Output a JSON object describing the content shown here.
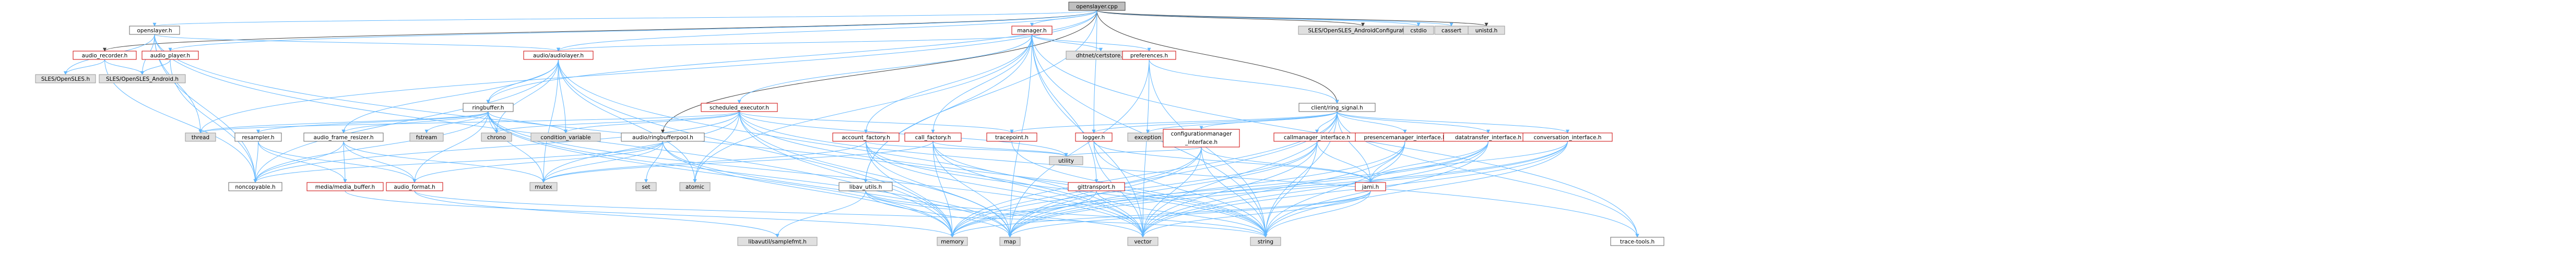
{
  "colors": {
    "root_fill": "#bfbfbf",
    "root_stroke": "#404040",
    "project_fill": "#ffffff",
    "project_stroke": "#cc0000",
    "plain_fill": "#ffffff",
    "plain_stroke": "#666666",
    "external_fill": "#e0e0e0",
    "external_stroke": "#999999",
    "edge_blue": "#63b8ff",
    "edge_dark": "#404040"
  },
  "graph": {
    "nodes": [
      {
        "id": "root",
        "label": "openslayer.cpp",
        "kind": "root"
      },
      {
        "id": "openslayer_h",
        "label": "openslayer.h",
        "kind": "plain"
      },
      {
        "id": "audio_recorder_h",
        "label": "audio_recorder.h",
        "kind": "project"
      },
      {
        "id": "audio_player_h",
        "label": "audio_player.h",
        "kind": "project"
      },
      {
        "id": "opensles_h",
        "label": "SLES/OpenSLES.h",
        "kind": "external"
      },
      {
        "id": "opensles_android_h",
        "label": "SLES/OpenSLES_Android.h",
        "kind": "external"
      },
      {
        "id": "audiolayer_h",
        "label": "audio/audiolayer.h",
        "kind": "project"
      },
      {
        "id": "ringbuffer_h",
        "label": "ringbuffer.h",
        "kind": "plain"
      },
      {
        "id": "thread",
        "label": "thread",
        "kind": "external"
      },
      {
        "id": "resampler_h",
        "label": "resampler.h",
        "kind": "plain"
      },
      {
        "id": "audio_frame_resizer_h",
        "label": "audio_frame_resizer.h",
        "kind": "plain"
      },
      {
        "id": "fstream",
        "label": "fstream",
        "kind": "external"
      },
      {
        "id": "chrono",
        "label": "chrono",
        "kind": "external"
      },
      {
        "id": "condition_variable",
        "label": "condition_variable",
        "kind": "external"
      },
      {
        "id": "noncopyable_h",
        "label": "noncopyable.h",
        "kind": "plain"
      },
      {
        "id": "media_buffer_h",
        "label": "media/media_buffer.h",
        "kind": "project"
      },
      {
        "id": "audio_format_h",
        "label": "audio_format.h",
        "kind": "project"
      },
      {
        "id": "mutex",
        "label": "mutex",
        "kind": "external"
      },
      {
        "id": "memory",
        "label": "memory",
        "kind": "external"
      },
      {
        "id": "audioringbufferpool_h",
        "label": "audio/ringbufferpool.h",
        "kind": "plain"
      },
      {
        "id": "set",
        "label": "set",
        "kind": "external"
      },
      {
        "id": "atomic",
        "label": "atomic",
        "kind": "external"
      },
      {
        "id": "manager_h",
        "label": "manager.h",
        "kind": "project"
      },
      {
        "id": "scheduled_executor_h",
        "label": "scheduled_executor.h",
        "kind": "project"
      },
      {
        "id": "dhtnet_certstore_h",
        "label": "dhtnet/certstore.h",
        "kind": "external"
      },
      {
        "id": "preferences_h",
        "label": "preferences.h",
        "kind": "project"
      },
      {
        "id": "account_factory_h",
        "label": "account_factory.h",
        "kind": "project"
      },
      {
        "id": "call_factory_h",
        "label": "call_factory.h",
        "kind": "project"
      },
      {
        "id": "libav_utils_h",
        "label": "libav_utils.h",
        "kind": "plain"
      },
      {
        "id": "libavutil_samplefmt_h",
        "label": "libavutil/samplefmt.h",
        "kind": "external"
      },
      {
        "id": "gittransport_h",
        "label": "gittransport.h",
        "kind": "project"
      },
      {
        "id": "utility",
        "label": "utility",
        "kind": "external"
      },
      {
        "id": "map",
        "label": "map",
        "kind": "external"
      },
      {
        "id": "vector",
        "label": "vector",
        "kind": "external"
      },
      {
        "id": "string",
        "label": "string",
        "kind": "external"
      },
      {
        "id": "tracepoint_h",
        "label": "tracepoint.h",
        "kind": "project"
      },
      {
        "id": "logger_h",
        "label": "logger.h",
        "kind": "project"
      },
      {
        "id": "client_ring_signal_h",
        "label": "client/ring_signal.h",
        "kind": "plain"
      },
      {
        "id": "exception",
        "label": "exception",
        "kind": "external"
      },
      {
        "id": "configurationmanager_interface_h",
        "label": "configurationmanager_interface.h",
        "kind": "project",
        "lines": [
          "configurationmanager",
          "_interface.h"
        ]
      },
      {
        "id": "callmanager_interface_h",
        "label": "callmanager_interface.h",
        "kind": "project"
      },
      {
        "id": "presencemanager_interface_h",
        "label": "presencemanager_interface.h",
        "kind": "project"
      },
      {
        "id": "datatransfer_interface_h",
        "label": "datatransfer_interface.h",
        "kind": "project"
      },
      {
        "id": "conversation_interface_h",
        "label": "conversation_interface.h",
        "kind": "project"
      },
      {
        "id": "jami_h",
        "label": "jami.h",
        "kind": "project"
      },
      {
        "id": "trace_tools_h",
        "label": "trace-tools.h",
        "kind": "plain"
      },
      {
        "id": "opensles_android_configuration_h",
        "label": "SLES/OpenSLES_AndroidConfiguration.h",
        "kind": "external"
      },
      {
        "id": "cstdio",
        "label": "cstdio",
        "kind": "external"
      },
      {
        "id": "cassert",
        "label": "cassert",
        "kind": "external"
      },
      {
        "id": "unistd_h",
        "label": "unistd.h",
        "kind": "external"
      }
    ],
    "edges": [
      [
        "root",
        "openslayer_h"
      ],
      [
        "root",
        "audio_recorder_h"
      ],
      [
        "root",
        "audio_player_h"
      ],
      [
        "root",
        "manager_h"
      ],
      [
        "root",
        "client_ring_signal_h"
      ],
      [
        "root",
        "audiolayer_h"
      ],
      [
        "root",
        "ringbuffer_h"
      ],
      [
        "root",
        "audioringbufferpool_h"
      ],
      [
        "root",
        "libav_utils_h"
      ],
      [
        "root",
        "logger_h"
      ],
      [
        "root",
        "opensles_android_configuration_h"
      ],
      [
        "root",
        "cstdio"
      ],
      [
        "root",
        "cassert"
      ],
      [
        "root",
        "unistd_h"
      ],
      [
        "root",
        "thread"
      ],
      [
        "openslayer_h",
        "opensles_h"
      ],
      [
        "openslayer_h",
        "opensles_android_h"
      ],
      [
        "openslayer_h",
        "audiolayer_h"
      ],
      [
        "openslayer_h",
        "noncopyable_h"
      ],
      [
        "openslayer_h",
        "thread"
      ],
      [
        "openslayer_h",
        "memory"
      ],
      [
        "openslayer_h",
        "vector"
      ],
      [
        "audio_recorder_h",
        "opensles_h"
      ],
      [
        "audio_recorder_h",
        "opensles_android_h"
      ],
      [
        "audio_recorder_h",
        "noncopyable_h"
      ],
      [
        "audio_player_h",
        "opensles_android_h"
      ],
      [
        "audio_player_h",
        "noncopyable_h"
      ],
      [
        "audiolayer_h",
        "ringbuffer_h"
      ],
      [
        "audiolayer_h",
        "noncopyable_h"
      ],
      [
        "audiolayer_h",
        "audio_frame_resizer_h"
      ],
      [
        "audiolayer_h",
        "chrono"
      ],
      [
        "audiolayer_h",
        "mutex"
      ],
      [
        "audiolayer_h",
        "condition_variable"
      ],
      [
        "audiolayer_h",
        "atomic"
      ],
      [
        "audiolayer_h",
        "vector"
      ],
      [
        "audiolayer_h",
        "memory"
      ],
      [
        "ringbuffer_h",
        "audio_format_h"
      ],
      [
        "ringbuffer_h",
        "noncopyable_h"
      ],
      [
        "ringbuffer_h",
        "chrono"
      ],
      [
        "ringbuffer_h",
        "mutex"
      ],
      [
        "ringbuffer_h",
        "condition_variable"
      ],
      [
        "ringbuffer_h",
        "map"
      ],
      [
        "ringbuffer_h",
        "vector"
      ],
      [
        "ringbuffer_h",
        "fstream"
      ],
      [
        "ringbuffer_h",
        "resampler_h"
      ],
      [
        "ringbuffer_h",
        "audio_frame_resizer_h"
      ],
      [
        "ringbuffer_h",
        "thread"
      ],
      [
        "ringbuffer_h",
        "memory"
      ],
      [
        "resampler_h",
        "audio_format_h"
      ],
      [
        "resampler_h",
        "media_buffer_h"
      ],
      [
        "resampler_h",
        "noncopyable_h"
      ],
      [
        "audio_frame_resizer_h",
        "audio_format_h"
      ],
      [
        "audio_frame_resizer_h",
        "media_buffer_h"
      ],
      [
        "audio_frame_resizer_h",
        "noncopyable_h"
      ],
      [
        "audio_frame_resizer_h",
        "mutex"
      ],
      [
        "audio_format_h",
        "string"
      ],
      [
        "audio_format_h",
        "libavutil_samplefmt_h"
      ],
      [
        "media_buffer_h",
        "memory"
      ],
      [
        "audioringbufferpool_h",
        "set"
      ],
      [
        "audioringbufferpool_h",
        "map"
      ],
      [
        "audioringbufferpool_h",
        "mutex"
      ],
      [
        "audioringbufferpool_h",
        "memory"
      ],
      [
        "audioringbufferpool_h",
        "audio_format_h"
      ],
      [
        "audioringbufferpool_h",
        "noncopyable_h"
      ],
      [
        "manager_h",
        "audiolayer_h"
      ],
      [
        "manager_h",
        "scheduled_executor_h"
      ],
      [
        "manager_h",
        "dhtnet_certstore_h"
      ],
      [
        "manager_h",
        "preferences_h"
      ],
      [
        "manager_h",
        "account_factory_h"
      ],
      [
        "manager_h",
        "call_factory_h"
      ],
      [
        "manager_h",
        "libav_utils_h"
      ],
      [
        "manager_h",
        "gittransport_h"
      ],
      [
        "manager_h",
        "atomic"
      ],
      [
        "manager_h",
        "map"
      ],
      [
        "manager_h",
        "vector"
      ],
      [
        "manager_h",
        "string"
      ],
      [
        "manager_h",
        "trace_tools_h"
      ],
      [
        "scheduled_executor_h",
        "thread"
      ],
      [
        "scheduled_executor_h",
        "chrono"
      ],
      [
        "scheduled_executor_h",
        "condition_variable"
      ],
      [
        "scheduled_executor_h",
        "mutex"
      ],
      [
        "scheduled_executor_h",
        "atomic"
      ],
      [
        "scheduled_executor_h",
        "memory"
      ],
      [
        "scheduled_executor_h",
        "map"
      ],
      [
        "scheduled_executor_h",
        "utility"
      ],
      [
        "scheduled_executor_h",
        "noncopyable_h"
      ],
      [
        "scheduled_executor_h",
        "tracepoint_h"
      ],
      [
        "scheduled_executor_h",
        "trace_tools_h"
      ],
      [
        "scheduled_executor_h",
        "string"
      ],
      [
        "preferences_h",
        "client_ring_signal_h"
      ],
      [
        "preferences_h",
        "map"
      ],
      [
        "preferences_h",
        "string"
      ],
      [
        "preferences_h",
        "vector"
      ],
      [
        "account_factory_h",
        "string"
      ],
      [
        "account_factory_h",
        "map"
      ],
      [
        "account_factory_h",
        "vector"
      ],
      [
        "account_factory_h",
        "memory"
      ],
      [
        "account_factory_h",
        "mutex"
      ],
      [
        "account_factory_h",
        "utility"
      ],
      [
        "call_factory_h",
        "map"
      ],
      [
        "call_factory_h",
        "memory"
      ],
      [
        "call_factory_h",
        "mutex"
      ],
      [
        "call_factory_h",
        "vector"
      ],
      [
        "call_factory_h",
        "string"
      ],
      [
        "call_factory_h",
        "utility"
      ],
      [
        "libav_utils_h",
        "libavutil_samplefmt_h"
      ],
      [
        "libav_utils_h",
        "map"
      ],
      [
        "libav_utils_h",
        "string"
      ],
      [
        "libav_utils_h",
        "vector"
      ],
      [
        "gittransport_h",
        "memory"
      ],
      [
        "gittransport_h",
        "string"
      ],
      [
        "client_ring_signal_h",
        "tracepoint_h"
      ],
      [
        "client_ring_signal_h",
        "logger_h"
      ],
      [
        "client_ring_signal_h",
        "exception"
      ],
      [
        "client_ring_signal_h",
        "configurationmanager_interface_h"
      ],
      [
        "client_ring_signal_h",
        "callmanager_interface_h"
      ],
      [
        "client_ring_signal_h",
        "presencemanager_interface_h"
      ],
      [
        "client_ring_signal_h",
        "datatransfer_interface_h"
      ],
      [
        "client_ring_signal_h",
        "conversation_interface_h"
      ],
      [
        "client_ring_signal_h",
        "jami_h"
      ],
      [
        "client_ring_signal_h",
        "trace_tools_h"
      ],
      [
        "client_ring_signal_h",
        "map"
      ],
      [
        "client_ring_signal_h",
        "memory"
      ],
      [
        "client_ring_signal_h",
        "string"
      ],
      [
        "client_ring_signal_h",
        "vector"
      ],
      [
        "tracepoint_h",
        "string"
      ],
      [
        "logger_h",
        "string"
      ],
      [
        "logger_h",
        "vector"
      ],
      [
        "logger_h",
        "jami_h"
      ],
      [
        "configurationmanager_interface_h",
        "jami_h"
      ],
      [
        "configurationmanager_interface_h",
        "map"
      ],
      [
        "configurationmanager_interface_h",
        "memory"
      ],
      [
        "configurationmanager_interface_h",
        "string"
      ],
      [
        "configurationmanager_interface_h",
        "vector"
      ],
      [
        "configurationmanager_interface_h",
        "utility"
      ],
      [
        "callmanager_interface_h",
        "jami_h"
      ],
      [
        "callmanager_interface_h",
        "map"
      ],
      [
        "callmanager_interface_h",
        "memory"
      ],
      [
        "callmanager_interface_h",
        "string"
      ],
      [
        "callmanager_interface_h",
        "vector"
      ],
      [
        "presencemanager_interface_h",
        "jami_h"
      ],
      [
        "presencemanager_interface_h",
        "map"
      ],
      [
        "presencemanager_interface_h",
        "string"
      ],
      [
        "presencemanager_interface_h",
        "vector"
      ],
      [
        "datatransfer_interface_h",
        "jami_h"
      ],
      [
        "datatransfer_interface_h",
        "map"
      ],
      [
        "datatransfer_interface_h",
        "memory"
      ],
      [
        "datatransfer_interface_h",
        "string"
      ],
      [
        "datatransfer_interface_h",
        "vector"
      ],
      [
        "conversation_interface_h",
        "jami_h"
      ],
      [
        "conversation_interface_h",
        "map"
      ],
      [
        "conversation_interface_h",
        "memory"
      ],
      [
        "conversation_interface_h",
        "string"
      ],
      [
        "conversation_interface_h",
        "vector"
      ],
      [
        "jami_h",
        "map"
      ],
      [
        "jami_h",
        "memory"
      ],
      [
        "jami_h",
        "string"
      ],
      [
        "jami_h",
        "vector"
      ]
    ]
  }
}
